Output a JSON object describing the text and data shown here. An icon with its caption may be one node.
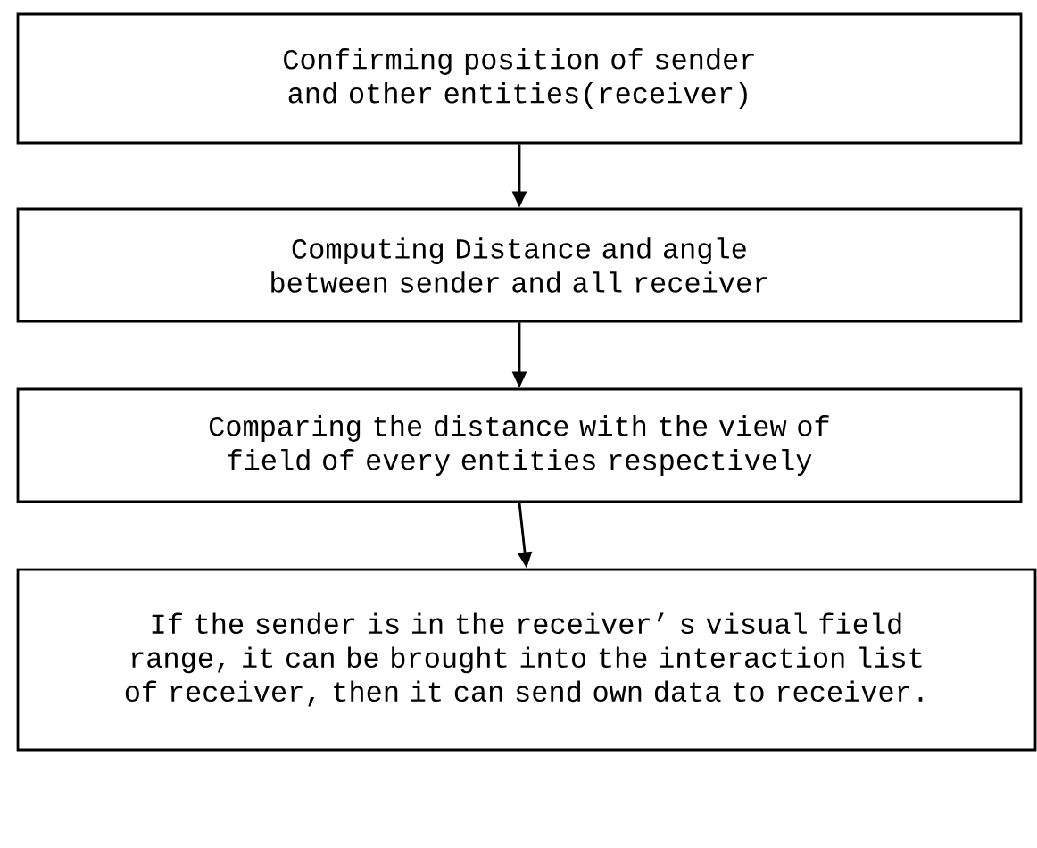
{
  "diagram": {
    "nodes": [
      {
        "text": [
          "Confirming position of sender and other entities(receiver)"
        ]
      },
      {
        "text": [
          "Computing Distance and angle between sender and all receiver"
        ]
      },
      {
        "text": [
          "Comparing the distance with the view of field of every entities respectively"
        ]
      },
      {
        "text": [
          "If the sender is in the receiver’ s visual field range, it can be brought into the interaction list of receiver, then it can send own data to receiver."
        ]
      }
    ],
    "edges": [
      {
        "from": 0,
        "to": 1,
        "arrow": "to"
      },
      {
        "from": 1,
        "to": 2,
        "arrow": "to"
      },
      {
        "from": 2,
        "to": 3,
        "arrow": "to"
      }
    ]
  }
}
